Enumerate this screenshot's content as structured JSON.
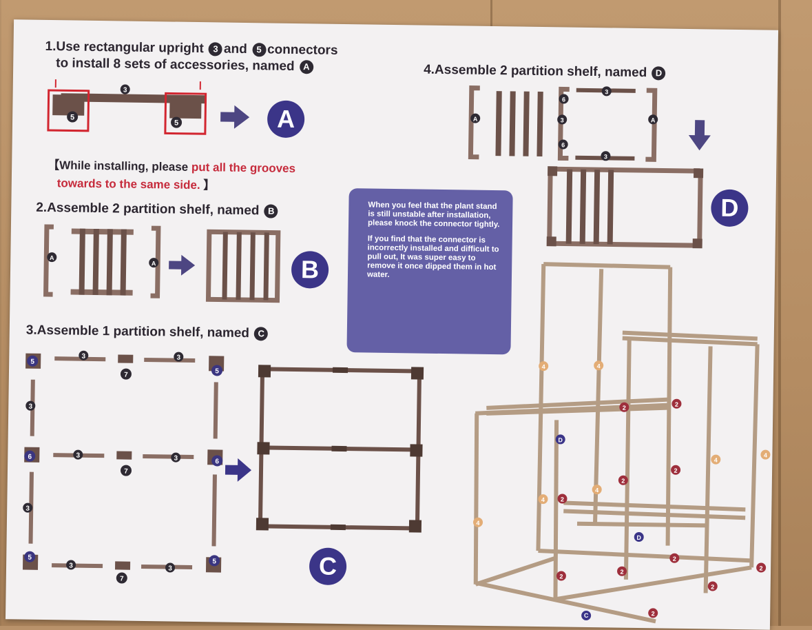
{
  "step1": {
    "line1_a": "1.Use rectangular upright",
    "badge_3": "3",
    "line1_b": "and",
    "badge_5": "5",
    "line1_c": "connectors",
    "line2": "to install 8 sets of accessories, named",
    "badge_a": "A",
    "result_label": "A"
  },
  "note": {
    "open": "【While installing, please ",
    "red_part": "put all the grooves",
    "line2_red": "towards to the same side.",
    "close": " 】"
  },
  "step2": {
    "title": "2.Assemble 2 partition shelf, named",
    "badge": "B",
    "result_label": "B"
  },
  "step3": {
    "title": "3.Assemble 1 partition shelf, named",
    "badge": "C",
    "result_label": "C"
  },
  "step4": {
    "title": "4.Assemble 2 partition shelf, named",
    "badge": "D",
    "result_label": "D"
  },
  "infobox": {
    "para1": "When you feel that the plant stand is still unstable after installation, please knock the connector tightly.",
    "para2": "If you find that the connector is incorrectly installed and difficult to pull out, It was super easy to remove it once dipped them in hot water."
  },
  "part_labels": {
    "n2": "2",
    "n3": "3",
    "n4": "4",
    "n5": "5",
    "n6": "6",
    "n7": "7",
    "a": "A",
    "c": "C",
    "d": "D"
  },
  "colors": {
    "frame": "#6b5149",
    "frame_light": "#8a6e64",
    "wood": "#b49c84",
    "accent_red": "#c62b3c",
    "navy": "#3b3588",
    "info_bg": "#6460a6",
    "arrow": "#4d4682"
  }
}
